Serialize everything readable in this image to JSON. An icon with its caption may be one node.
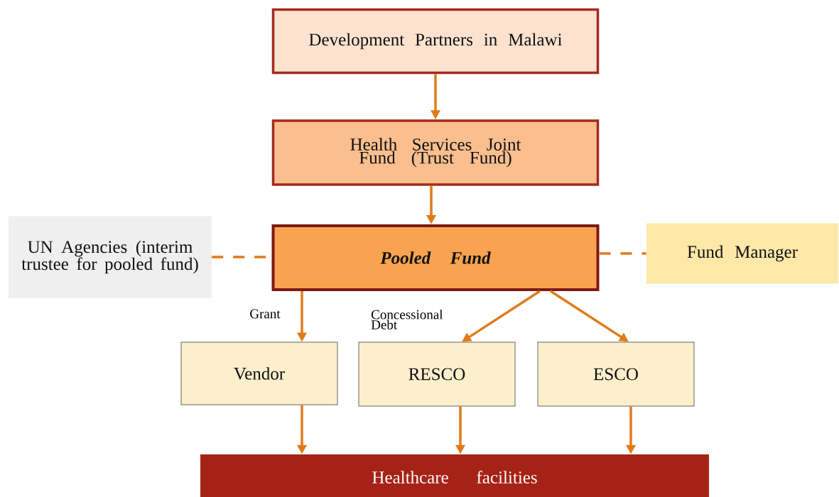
{
  "diagram": {
    "nodes": [
      {
        "text": [
          "Development Partners in Malawi"
        ]
      },
      {
        "text": [
          "Health Services Joint Fund (Trust Fund)"
        ]
      },
      {
        "text": [
          "UN Agencies (interim trustee for pooled fund)"
        ]
      },
      {
        "text": [
          "Pooled Fund"
        ]
      },
      {
        "text": [
          "Fund Manager"
        ]
      },
      {
        "text": [
          "Vendor"
        ]
      },
      {
        "text": [
          "RESCO"
        ]
      },
      {
        "text": [
          "ESCO"
        ]
      },
      {
        "text": [
          "Healthcare facilities"
        ]
      }
    ],
    "edges": [
      {
        "from": 0,
        "to": 1,
        "arrow": "to"
      },
      {
        "from": 1,
        "to": 3,
        "arrow": "to"
      },
      {
        "from": 2,
        "to": 3,
        "arrow": "none",
        "style": "dashed"
      },
      {
        "from": 3,
        "to": 4,
        "arrow": "none",
        "style": "dashed"
      },
      {
        "from": 3,
        "to": 5,
        "arrow": "to",
        "label": "Grant"
      },
      {
        "from": 3,
        "to": 6,
        "arrow": "to",
        "label": "Concessional Debt"
      },
      {
        "from": 3,
        "to": 7,
        "arrow": "to"
      },
      {
        "from": 5,
        "to": 8,
        "arrow": "to"
      },
      {
        "from": 6,
        "to": 8,
        "arrow": "to"
      },
      {
        "from": 7,
        "to": 8,
        "arrow": "to"
      }
    ]
  }
}
